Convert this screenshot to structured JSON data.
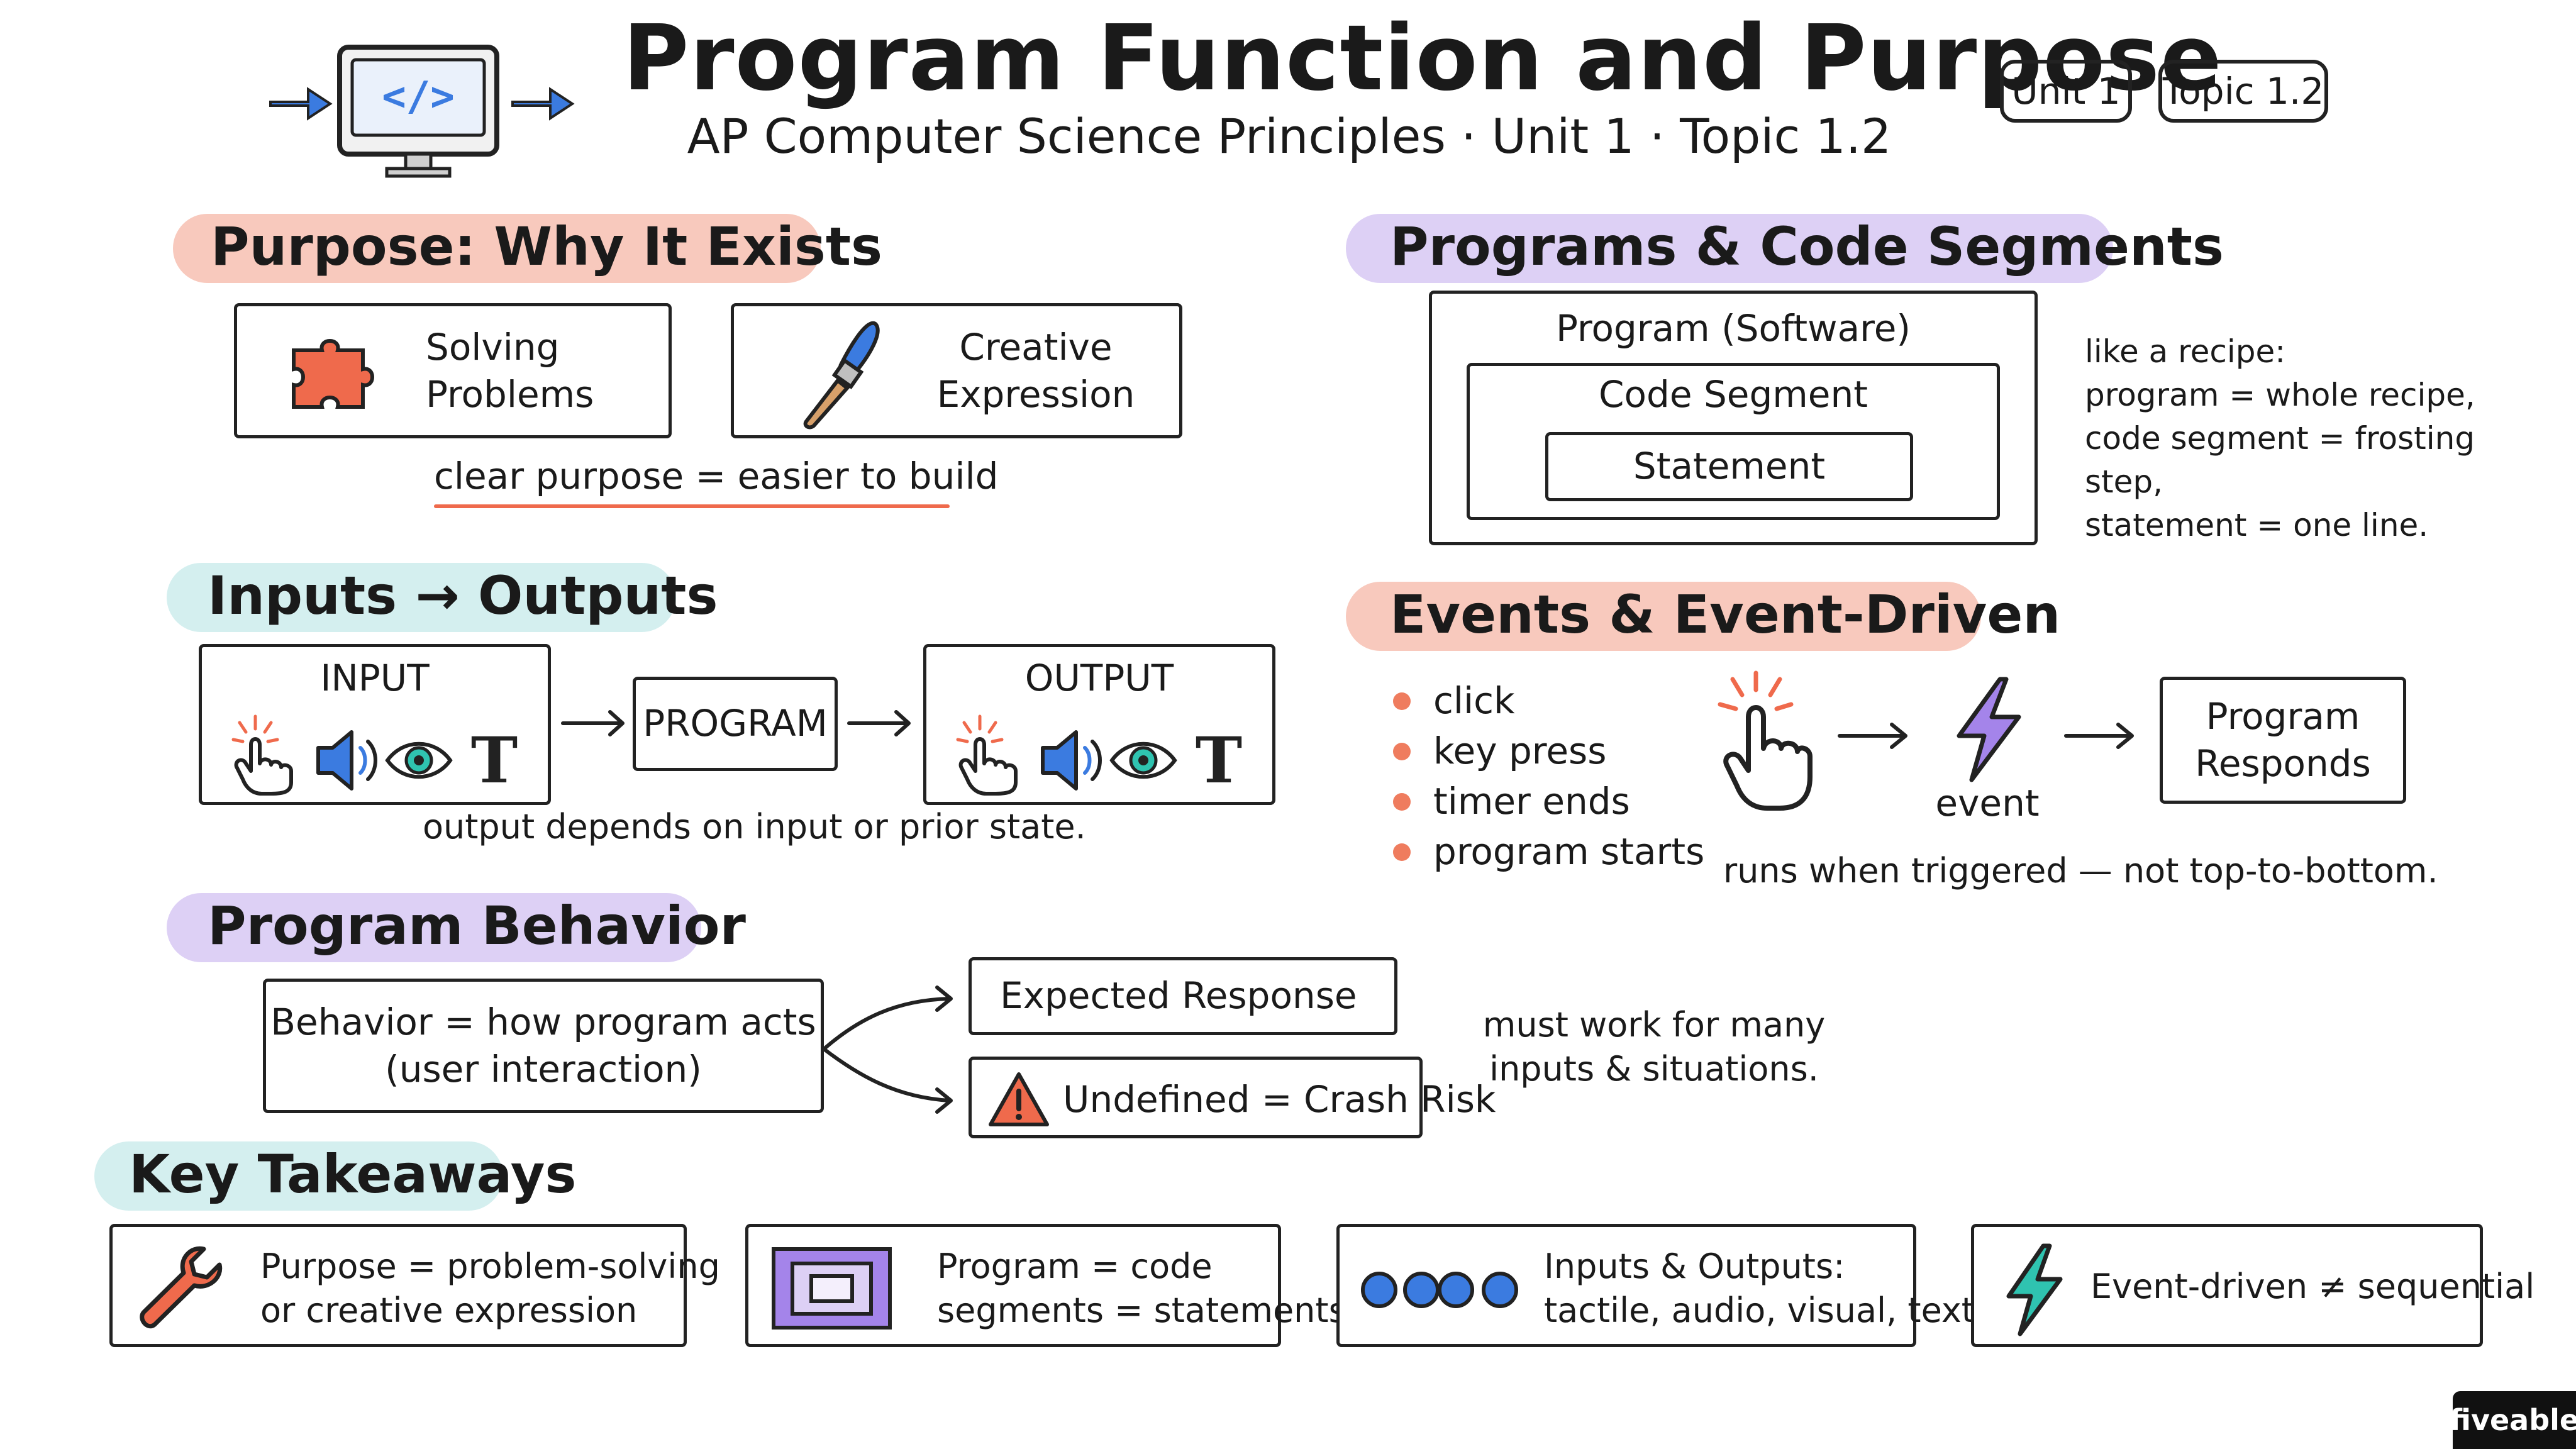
{
  "header": {
    "title": "Program Function and Purpose",
    "subtitle": "AP Computer Science Principles · Unit 1 · Topic 1.2",
    "badge_unit": "Unit 1",
    "badge_topic": "Topic 1.2",
    "monitor_code": "</>"
  },
  "purpose": {
    "heading": "Purpose: Why It Exists",
    "card1": "Solving Problems",
    "card1_line1": "Solving",
    "card1_line2": "Problems",
    "card2_line1": "Creative",
    "card2_line2": "Expression",
    "note": "clear purpose = easier to build"
  },
  "programs": {
    "heading": "Programs & Code Segments",
    "outer": "Program (Software)",
    "middle": "Code Segment",
    "inner": "Statement",
    "recipe_line1": "like a recipe:",
    "recipe_line2": "program = whole recipe,",
    "recipe_line3": "code segment = frosting step,",
    "recipe_line4": "statement = one line."
  },
  "io": {
    "heading": "Inputs → Outputs",
    "input_label": "INPUT",
    "program_label": "PROGRAM",
    "output_label": "OUTPUT",
    "text_glyph": "T",
    "note": "output depends on input or prior state."
  },
  "events": {
    "heading": "Events & Event-Driven",
    "bullets": [
      "click",
      "key press",
      "timer ends",
      "program starts"
    ],
    "event_label": "event",
    "response_line1": "Program",
    "response_line2": "Responds",
    "note": "runs when triggered — not top-to-bottom."
  },
  "behavior": {
    "heading": "Program Behavior",
    "box_line1": "Behavior = how program acts",
    "box_line2": "(user interaction)",
    "expected": "Expected Response",
    "undefined": "Undefined = Crash Risk",
    "note_line1": "must work for many",
    "note_line2": "inputs & situations."
  },
  "takeaways": {
    "heading": "Key Takeaways",
    "t1_line1": "Purpose = problem-solving",
    "t1_line2": "or creative expression",
    "t2_line1": "Program = code",
    "t2_line2": "segments = statements",
    "t3_line1": "Inputs & Outputs:",
    "t3_line2": "tactile, audio, visual, text",
    "t4": "Event-driven ≠ sequential"
  },
  "brand": "fiveable",
  "colors": {
    "salmon_highlight": "#f8c9bd",
    "purple_highlight": "#ddd0f5",
    "teal_highlight": "#d4efef",
    "blue_icon": "#3b7be0",
    "purple_icon": "#a484ea",
    "orange_icon": "#ef6a4c",
    "teal_icon": "#2fc3b0"
  }
}
